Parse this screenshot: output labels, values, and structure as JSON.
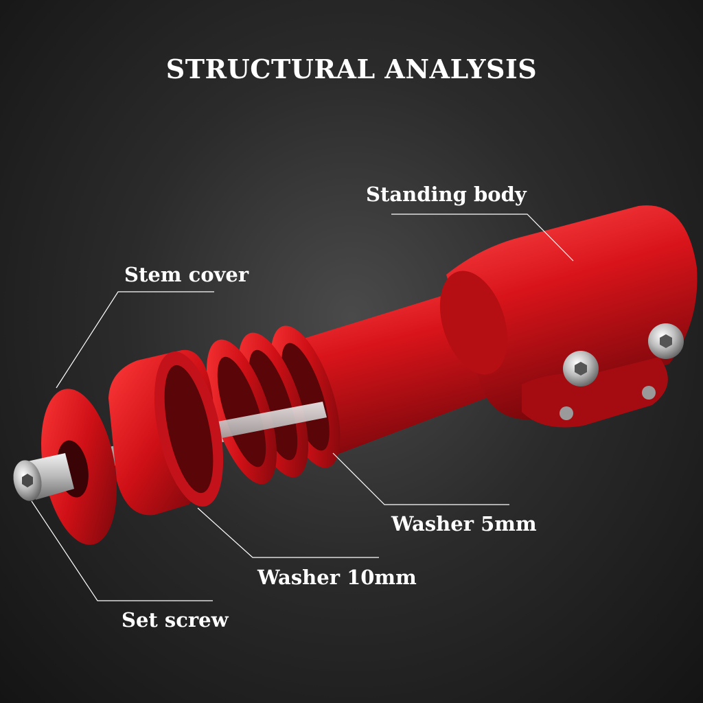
{
  "title": "STRUCTURAL ANALYSIS",
  "labels": {
    "standing_body": "Standing body",
    "stem_cover": "Stem cover",
    "washer_5mm": "Washer 5mm",
    "washer_10mm": "Washer 10mm",
    "set_screw": "Set screw"
  },
  "colors": {
    "part_red": "#d8141a",
    "part_red_dark": "#8a0a0e",
    "steel": "#c8c8c8",
    "background": "#2b2b2b",
    "text": "#ffffff"
  }
}
